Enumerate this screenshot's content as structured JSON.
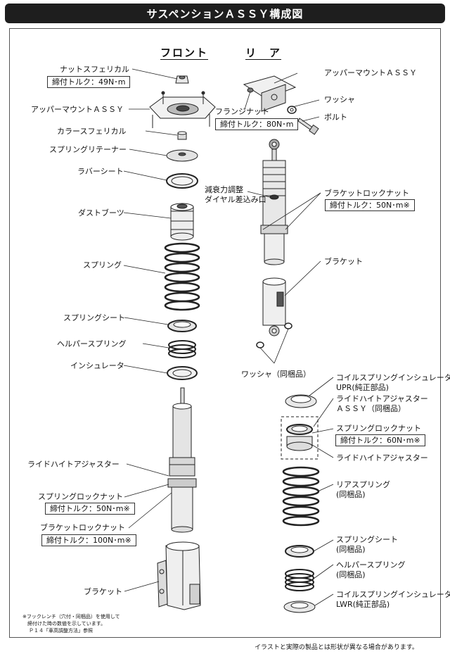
{
  "title": "サスペンションＡＳＳＹ構成図",
  "sections": {
    "front": "フロント",
    "rear": "リ　ア"
  },
  "front": {
    "nut": "ナットスフェリカル",
    "nut_torque": "締付トルク：49N･m",
    "upper_mount": "アッパーマウントＡＳＳＹ",
    "collar": "カラースフェリカル",
    "retainer": "スプリングリテーナー",
    "rubber_seat": "ラバーシート",
    "dust_boot": "ダストブーツ",
    "spring": "スプリング",
    "spring_seat": "スプリングシート",
    "helper_spring": "ヘルパースプリング",
    "insulator": "インシュレータ",
    "ride_height": "ライドハイトアジャスター",
    "spring_lock_nut": "スプリングロックナット",
    "spring_lock_torque": "締付トルク：50N･m※",
    "bracket_lock_nut": "ブラケットロックナット",
    "bracket_lock_torque": "締付トルク：100N･m※",
    "bracket": "ブラケット"
  },
  "rear": {
    "upper_mount": "アッパーマウントＡＳＳＹ",
    "washer": "ワッシャ",
    "bolt": "ボルト",
    "flange_nut": "フランジナット",
    "flange_torque": "締付トルク：80N･m",
    "damping_line1": "減衰力調整",
    "damping_line2": "ダイヤル差込み口",
    "bracket_lock_nut": "ブラケットロックナット",
    "bracket_lock_torque": "締付トルク：50N･m※",
    "bracket": "ブラケット",
    "washer_incl": "ワッシャ（同梱品）",
    "coil_upr_line1": "コイルスプリングインシュレータ",
    "coil_upr_line2": "UPR(純正部品)",
    "ride_height_assy_line1": "ライドハイトアジャスター",
    "ride_height_assy_line2": "ＡＳＳＹ（同梱品）",
    "spring_lock_nut": "スプリングロックナット",
    "spring_lock_torque": "締付トルク：60N･m※",
    "ride_height": "ライドハイトアジャスター",
    "rear_spring_line1": "リアスプリング",
    "rear_spring_line2": "(同梱品)",
    "spring_seat_line1": "スプリングシート",
    "spring_seat_line2": "(同梱品)",
    "helper_line1": "ヘルパースプリング",
    "helper_line2": "(同梱品)",
    "coil_lwr_line1": "コイルスプリングインシュレータ",
    "coil_lwr_line2": "LWR(純正部品)"
  },
  "note": {
    "line1": "※フックレンチ（穴付・同梱品）を使用して",
    "line2": "締付けた時の数値を示しています。",
    "line3": "Ｐ１４「車高調整方法」参照"
  },
  "footer": "イラストと実際の製品とは形状が異なる場合があります。"
}
